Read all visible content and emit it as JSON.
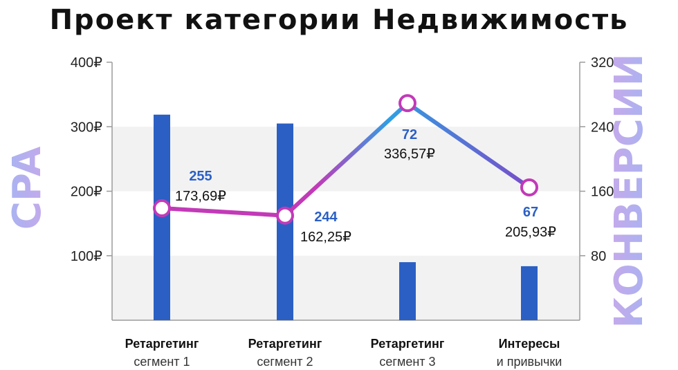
{
  "chart_data": {
    "type": "bar",
    "title": "Проект категории Недвижимость",
    "categories": [
      {
        "main": "Ретаргетинг",
        "sub": "сегмент 1"
      },
      {
        "main": "Ретаргетинг",
        "sub": "сегмент 2"
      },
      {
        "main": "Ретаргетинг",
        "sub": "сегмент 3"
      },
      {
        "main": "Интересы",
        "sub": "и привычки"
      }
    ],
    "left_axis": {
      "label": "CPA",
      "ylim": [
        0,
        400
      ],
      "ticks": [
        100,
        200,
        300,
        400
      ],
      "tick_labels": [
        "100₽",
        "200₽",
        "300₽",
        "400₽"
      ]
    },
    "right_axis": {
      "label": "КОНВЕРСИИ",
      "ylim": [
        0,
        320
      ],
      "ticks": [
        80,
        160,
        240,
        320
      ],
      "tick_labels": [
        "80",
        "160",
        "240",
        "320"
      ]
    },
    "series": [
      {
        "kind": "bar",
        "axis": "right",
        "values": [
          255,
          244,
          72,
          67
        ],
        "data_labels": [
          "255",
          "244",
          "72",
          "67"
        ]
      },
      {
        "kind": "line",
        "axis": "left",
        "values": [
          173.69,
          162.25,
          336.57,
          205.93
        ],
        "data_labels": [
          "173,69₽",
          "162,25₽",
          "336,57₽",
          "205,93₽"
        ]
      }
    ],
    "grid": "alternating horizontal bands",
    "colors": {
      "bar": "#2b5fc4",
      "conversion_label": "#2b5fc4",
      "line_start": "#c23ab8",
      "line_mid": "#2f9fe3",
      "marker_fill": "#ffffff",
      "axis_title_from": "#a6b4f2",
      "axis_title_to": "#c8a8ea",
      "band": "#f2f2f2"
    }
  }
}
